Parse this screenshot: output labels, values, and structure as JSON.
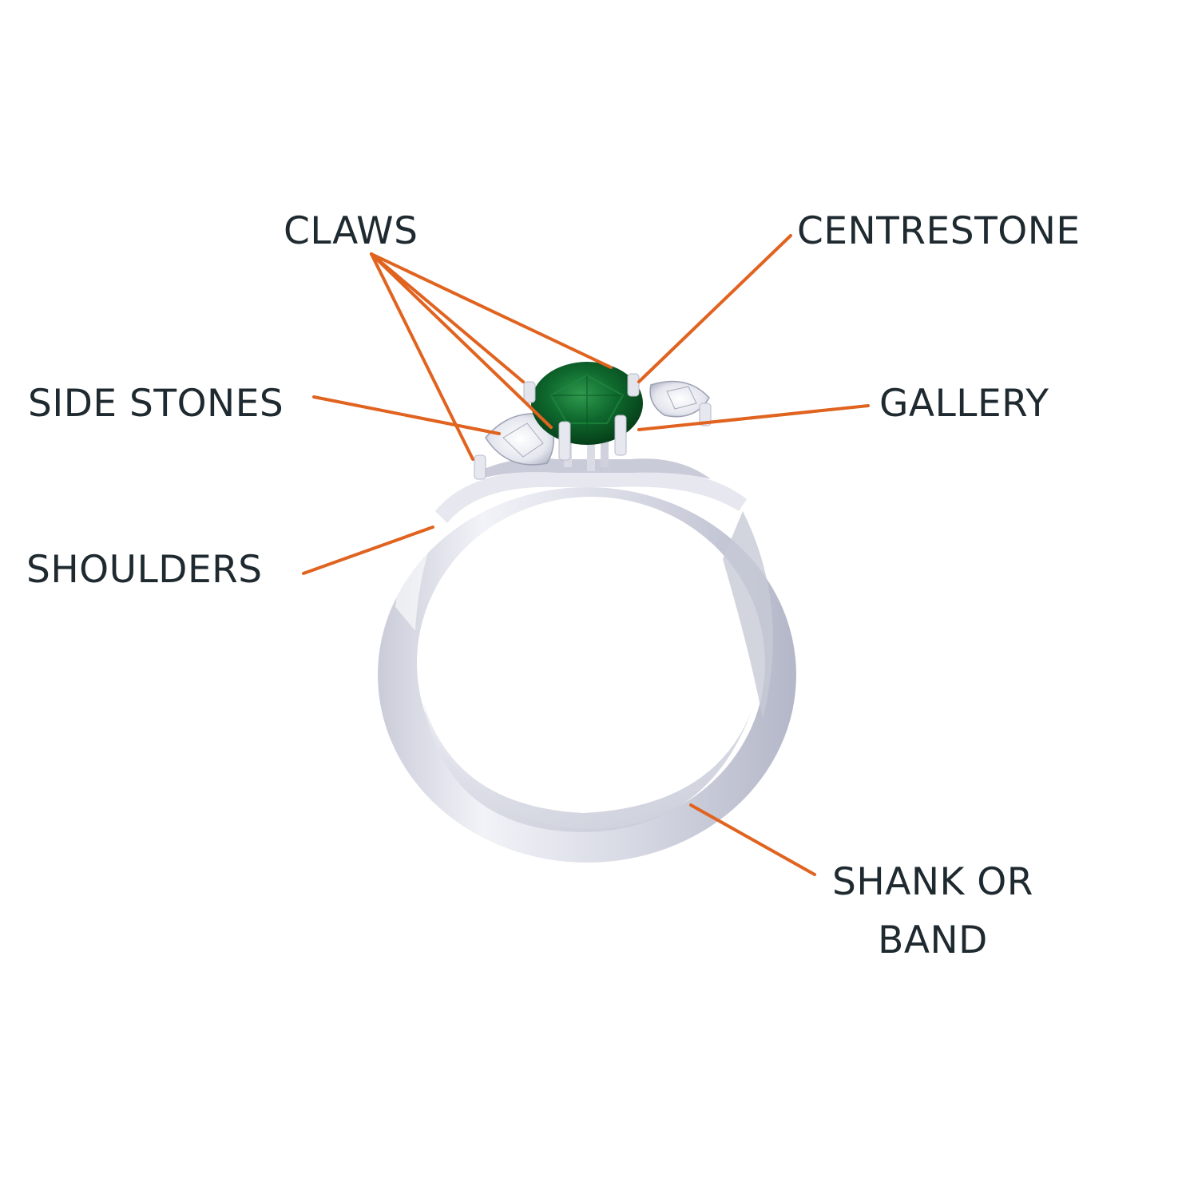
{
  "labels": {
    "claws": "CLAWS",
    "centrestone": "CENTRESTONE",
    "side_stones": "SIDE STONES",
    "gallery": "GALLERY",
    "shoulders": "SHOULDERS",
    "shank_line1": "SHANK OR",
    "shank_line2": "BAND"
  },
  "colors": {
    "leader": "#e0631f",
    "text": "#1e2a30",
    "metal": "#dcdde6",
    "metal_shadow": "#b9bccb",
    "emerald": "#0f6a2e",
    "emerald_dark": "#064019",
    "diamond": "#f2f3f7"
  }
}
